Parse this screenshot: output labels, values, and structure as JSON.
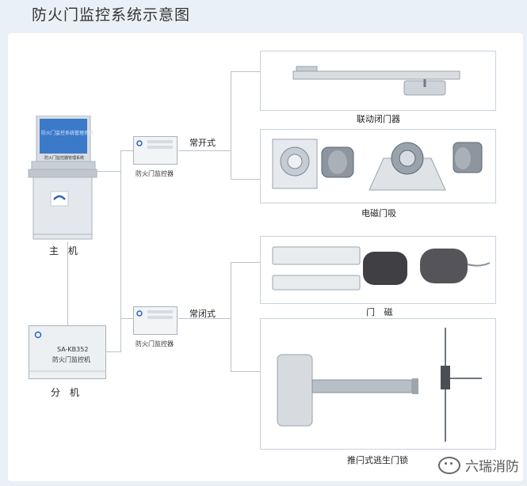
{
  "title": "防火门监控系统示意图",
  "host": {
    "label": "主  机",
    "screen_text": "防火门监控系统管理系统",
    "panel_text": "防火门监控器管理系统"
  },
  "subhost": {
    "label": "分  机",
    "model": "SA-KB352",
    "name": "防火门监控机"
  },
  "controllers": [
    {
      "label": "防火门监控器",
      "mode": "常开式"
    },
    {
      "label": "防火门监控器",
      "mode": "常闭式"
    }
  ],
  "devices": [
    {
      "label": "联动闭门器"
    },
    {
      "label": "电磁门吸"
    },
    {
      "label": "门  磁"
    },
    {
      "label": "推闩式逃生门锁"
    }
  ],
  "watermark": "六瑞消防",
  "colors": {
    "screen": "#3b79c9",
    "frame": "#d8dde3",
    "accent": "#2b66b8"
  }
}
